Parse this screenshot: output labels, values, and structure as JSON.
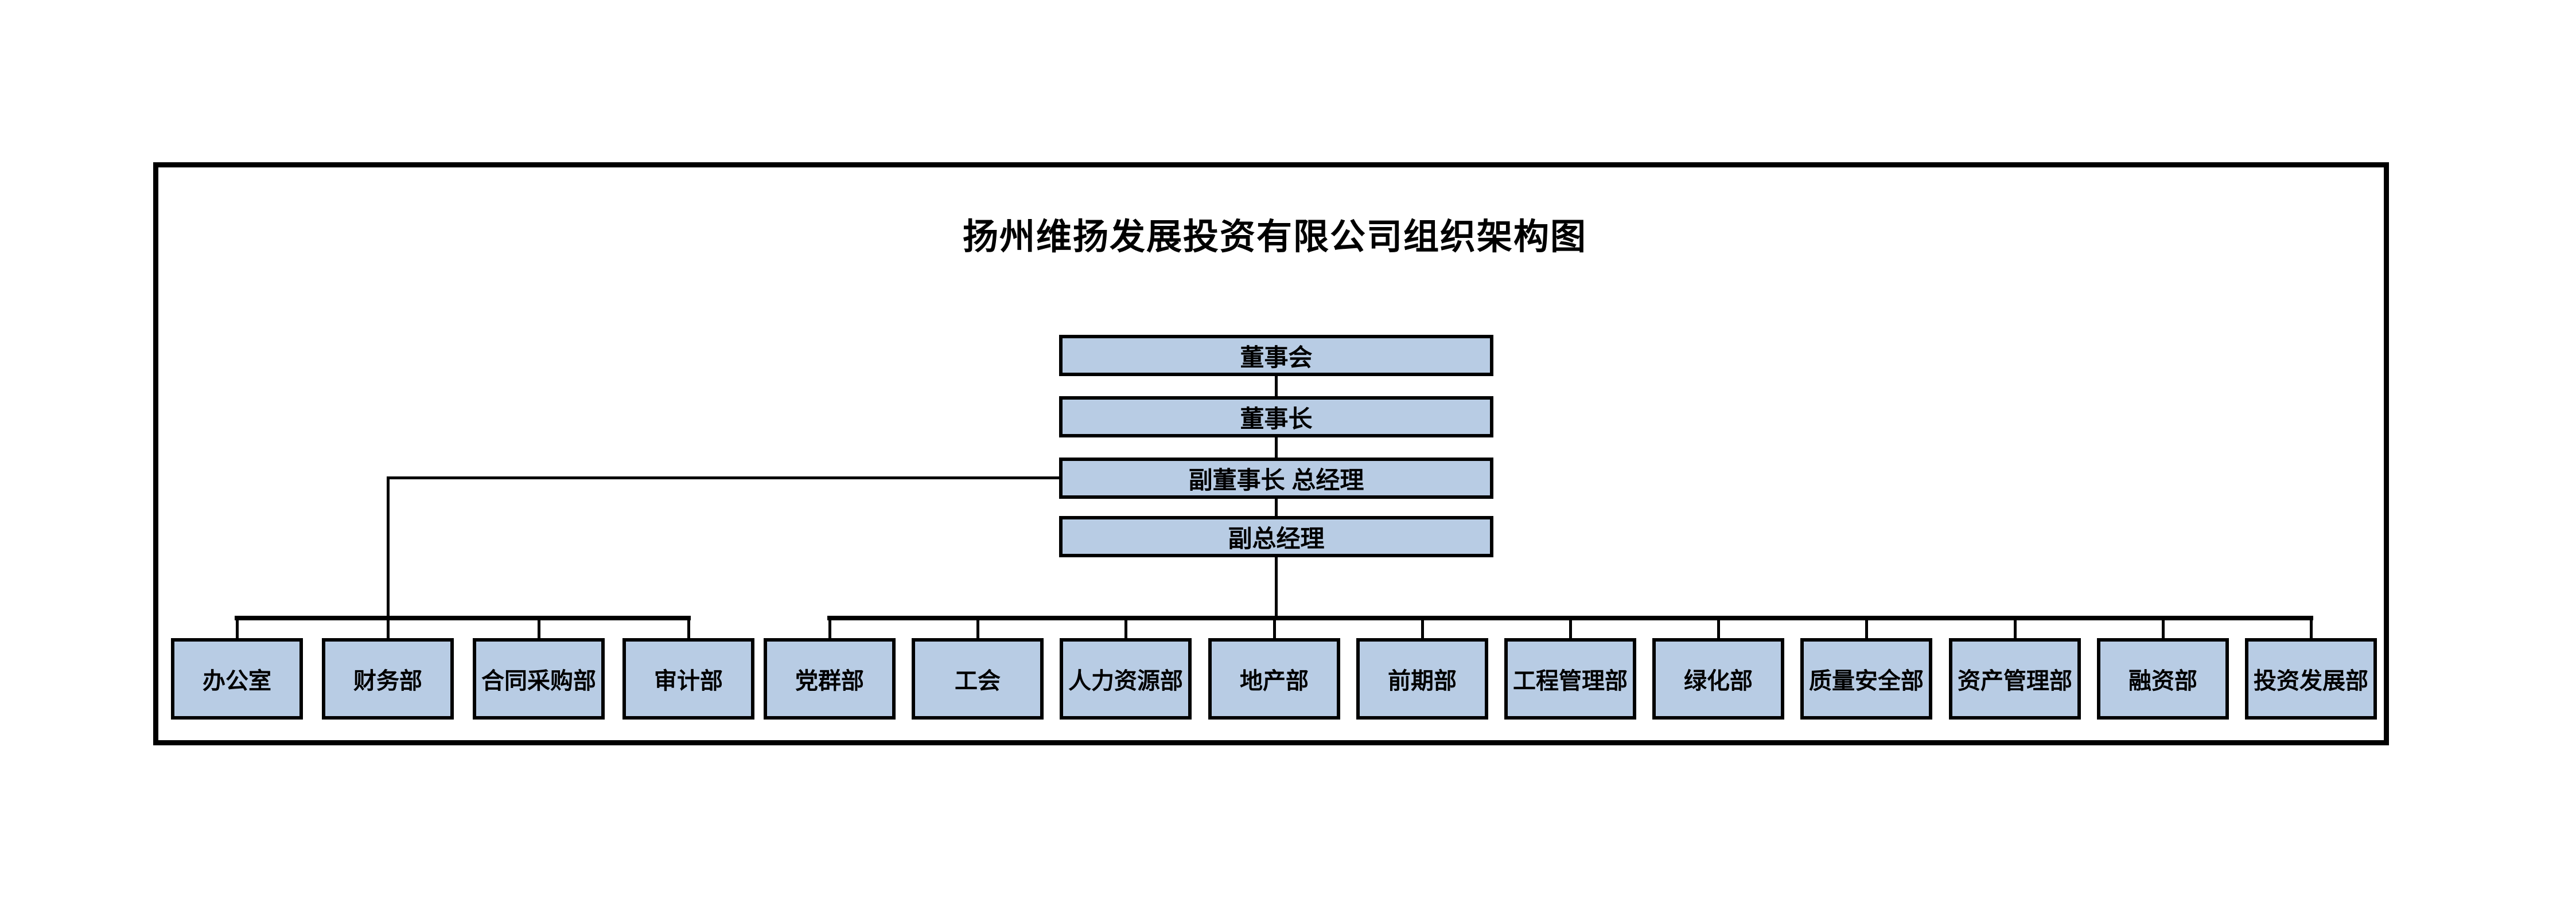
{
  "title": "扬州维扬发展投资有限公司组织架构图",
  "hierarchy": [
    "董事会",
    "董事长",
    "副董事长 总经理",
    "副总经理"
  ],
  "left_departments": [
    "办公室",
    "财务部",
    "合同采购部",
    "审计部"
  ],
  "right_departments": [
    "党群部",
    "工会",
    "人力资源部",
    "地产部",
    "前期部",
    "工程管理部",
    "绿化部",
    "质量安全部",
    "资产管理部",
    "融资部",
    "投资发展部"
  ],
  "colors": {
    "box_fill": "#b8cce4",
    "box_border": "#000000",
    "connector": "#000000",
    "background": "#ffffff"
  }
}
